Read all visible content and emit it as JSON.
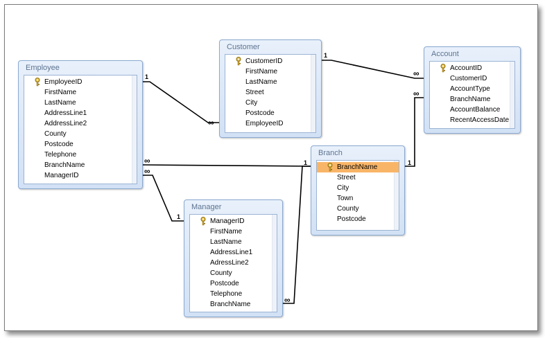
{
  "tables": {
    "employee": {
      "title": "Employee",
      "fields": [
        "EmployeeID",
        "FirstName",
        "LastName",
        "AddressLine1",
        "AddressLine2",
        "County",
        "Postcode",
        "Telephone",
        "BranchName",
        "ManagerID"
      ]
    },
    "customer": {
      "title": "Customer",
      "fields": [
        "CustomerID",
        "FirstName",
        "LastName",
        "Street",
        "City",
        "Postcode",
        "EmployeeID"
      ]
    },
    "account": {
      "title": "Account",
      "fields": [
        "AccountID",
        "CustomerID",
        "AccountType",
        "BranchName",
        "AccountBalance",
        "RecentAccessDate"
      ]
    },
    "branch": {
      "title": "Branch",
      "fields": [
        "BranchName",
        "Street",
        "City",
        "Town",
        "County",
        "Postcode"
      ]
    },
    "manager": {
      "title": "Manager",
      "fields": [
        "ManagerID",
        "FirstName",
        "LastName",
        "AddressLine1",
        "AdressLine2",
        "County",
        "Postcode",
        "Telephone",
        "BranchName"
      ]
    }
  },
  "relationships": {
    "one": "1",
    "many": "∞"
  },
  "colors": {
    "title_text": "#5d7390",
    "table_border": "#8aa9d1",
    "selected_field": "#f9b567",
    "line": "#000000"
  }
}
